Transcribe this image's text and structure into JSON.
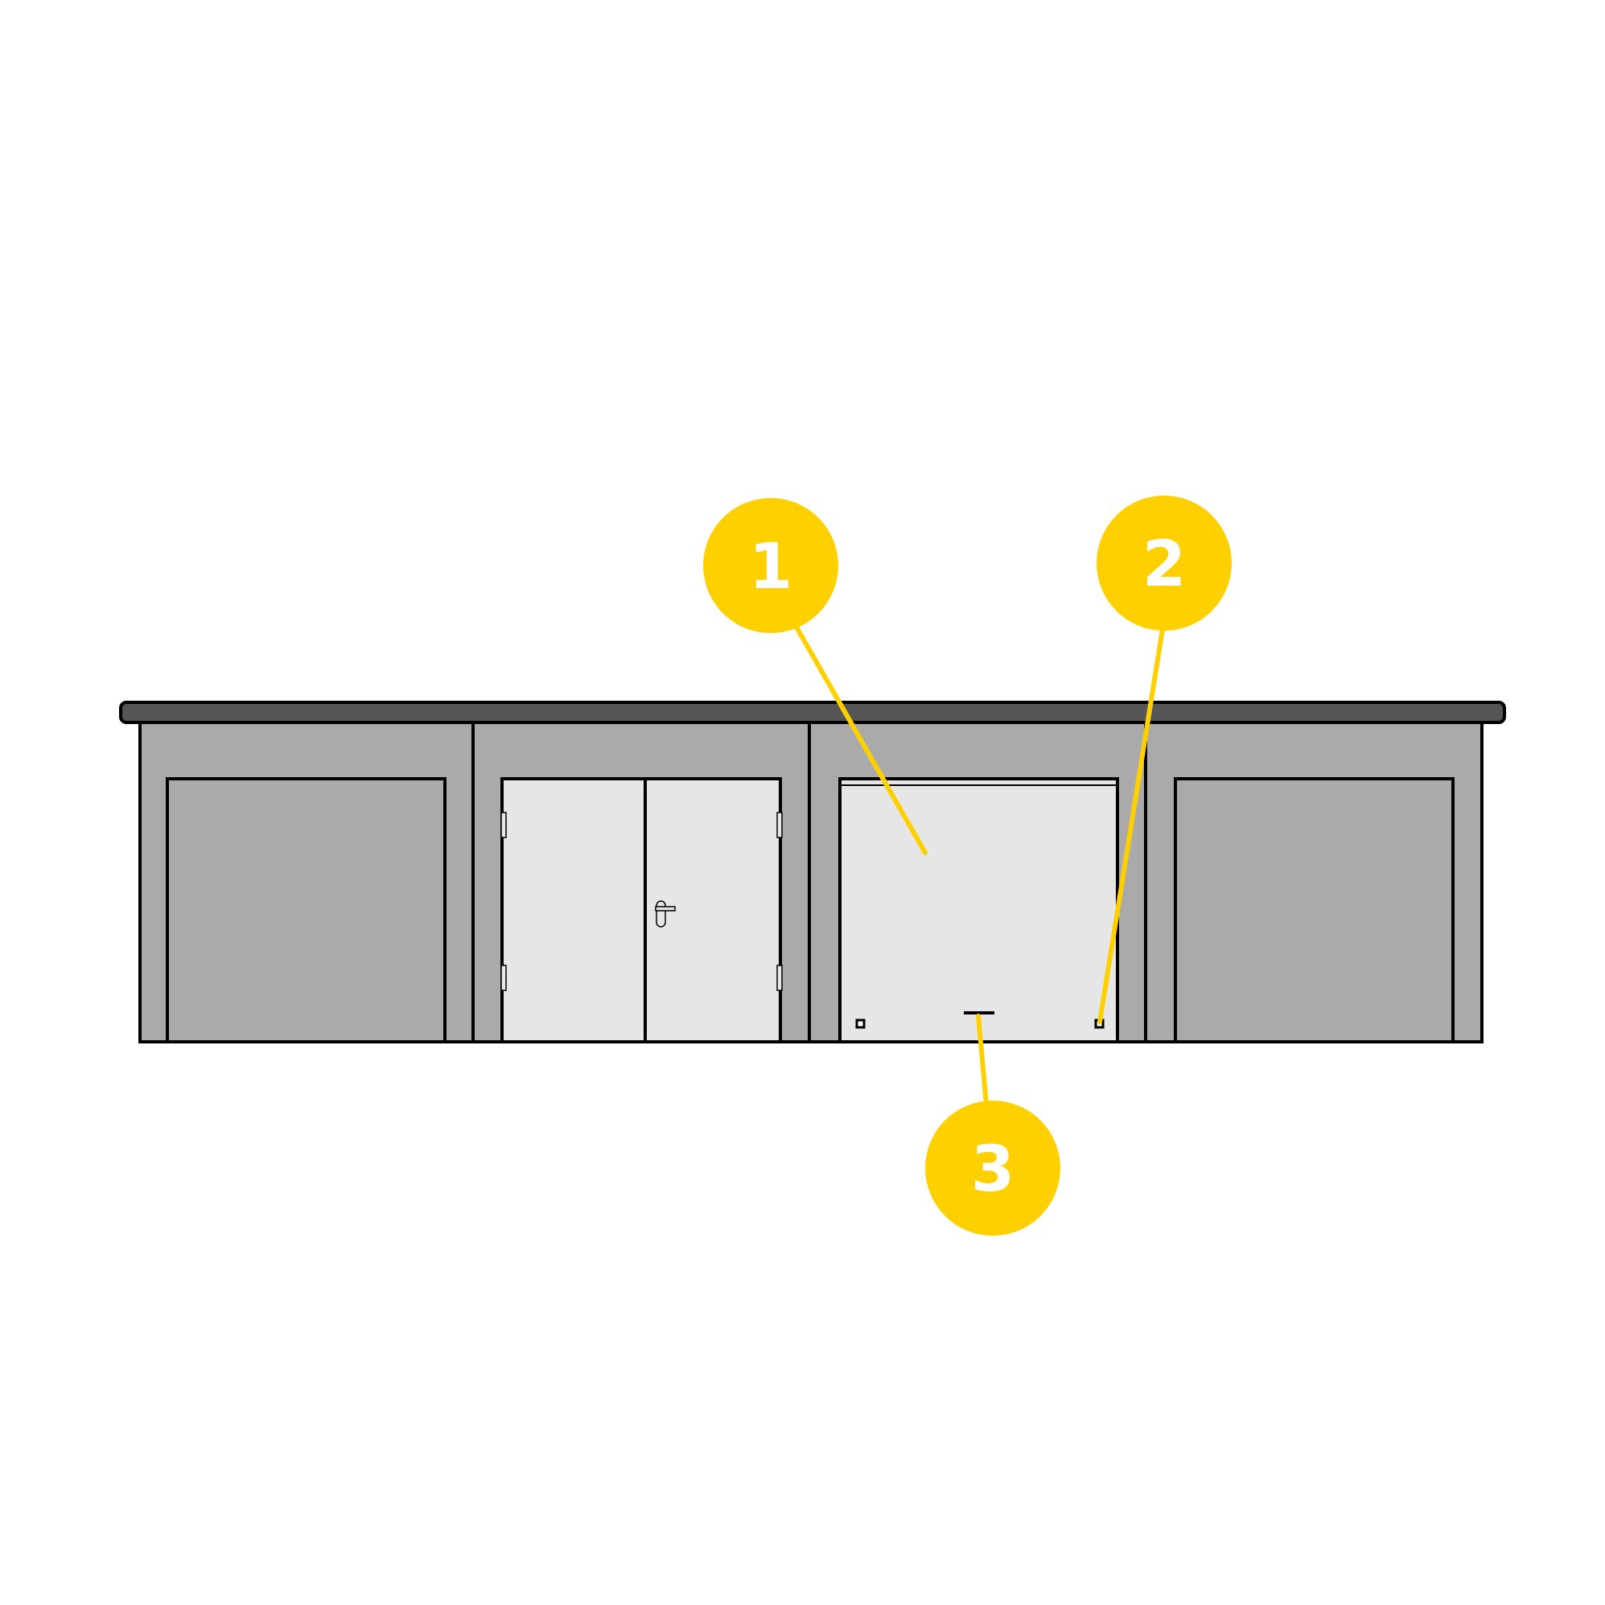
{
  "colors": {
    "roof": "#555555",
    "wall": "#aaaaaa",
    "door_light": "#e6e6e6",
    "outline": "#000000",
    "callout": "#ffd000",
    "background": "#ffffff"
  },
  "callouts": [
    {
      "number": "1",
      "target": "garage-door-panel"
    },
    {
      "number": "2",
      "target": "door-lock-right"
    },
    {
      "number": "3",
      "target": "door-handle-bar"
    }
  ]
}
